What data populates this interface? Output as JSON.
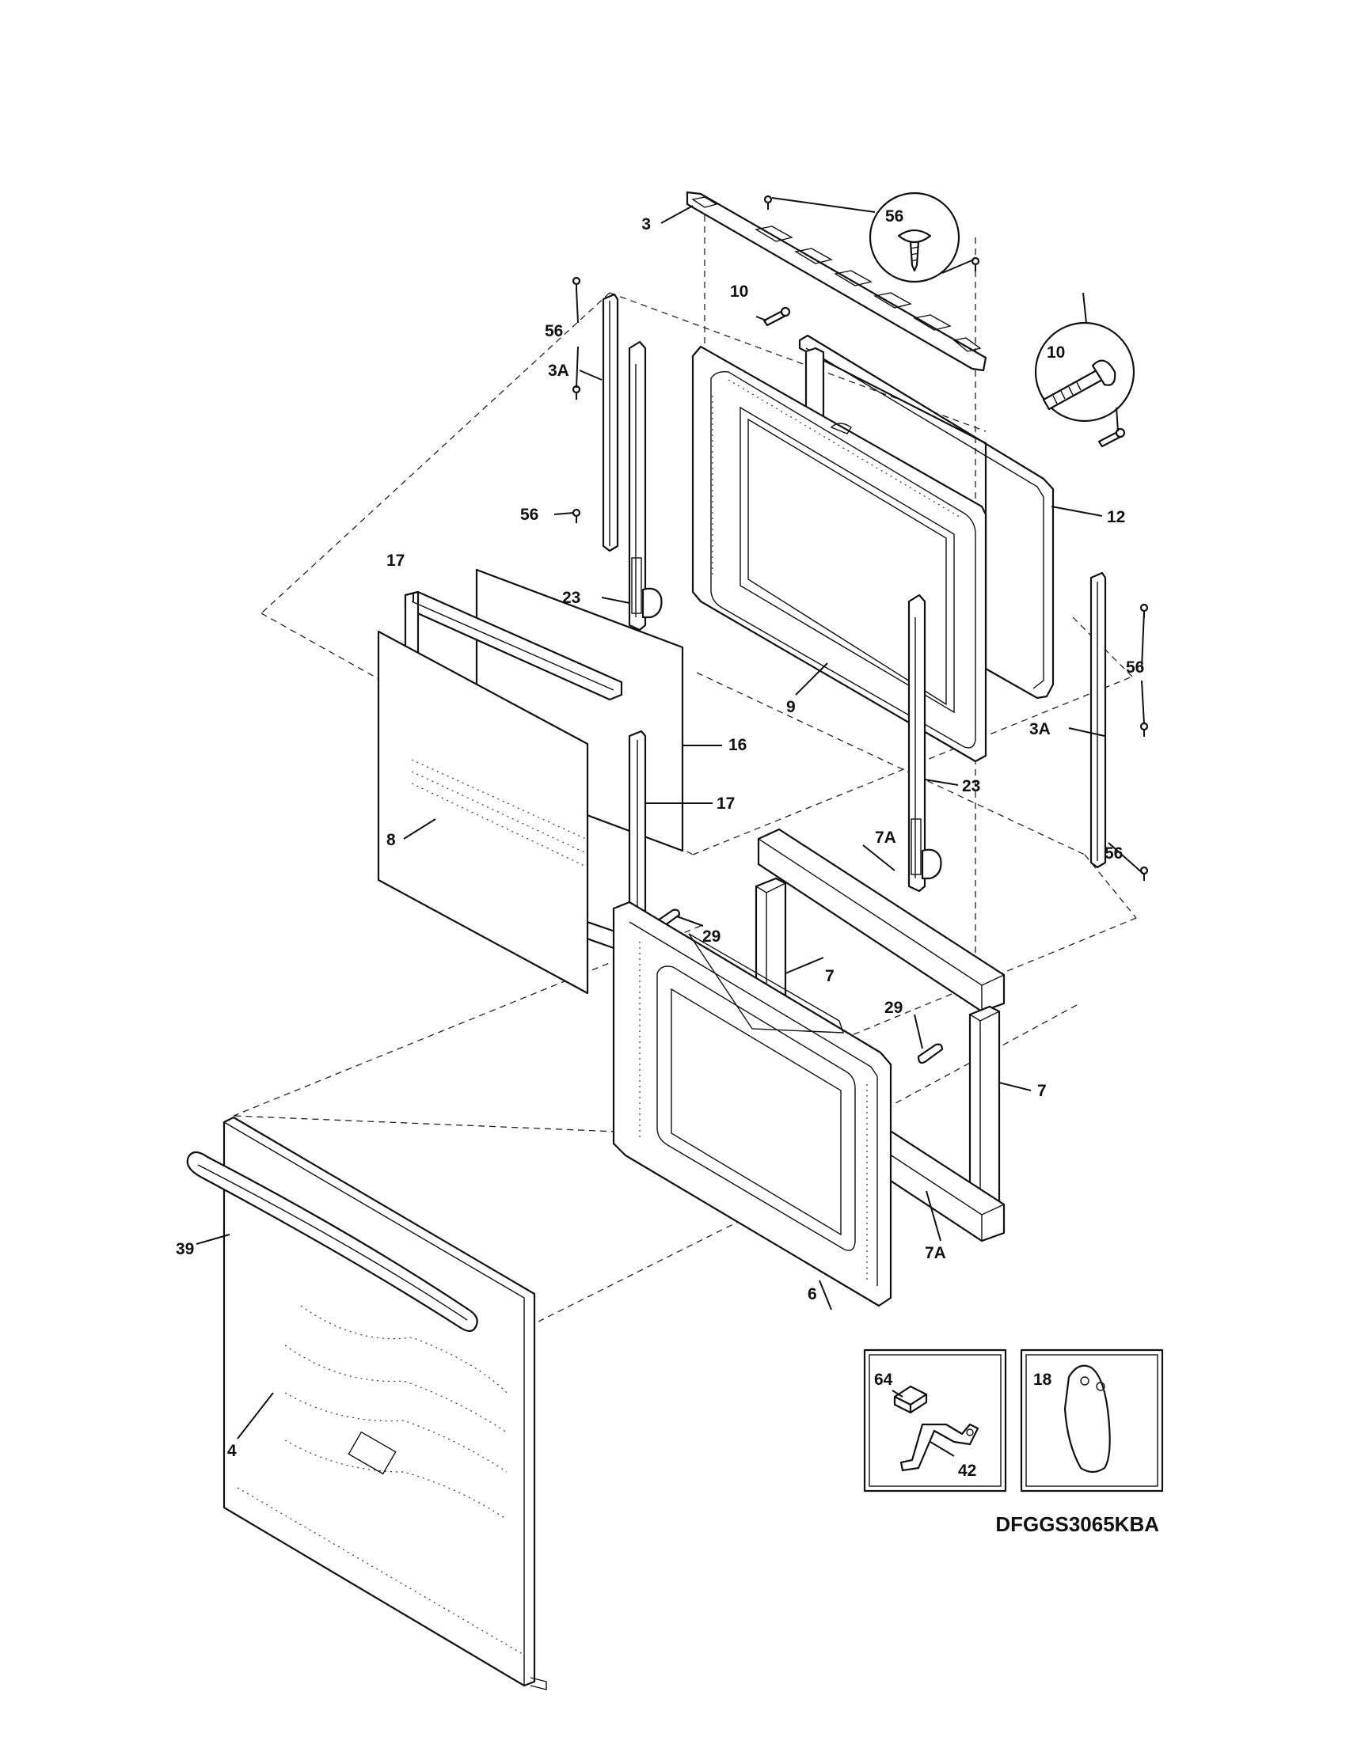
{
  "model_number": "DFGGS3065KBA",
  "callouts": {
    "p3": "3",
    "p3a_left": "3A",
    "p3a_right": "3A",
    "p4": "4",
    "p6": "6",
    "p7_left": "7",
    "p7_right": "7",
    "p7a_top": "7A",
    "p7a_bottom": "7A",
    "p8": "8",
    "p9": "9",
    "p10_small": "10",
    "p10_detail": "10",
    "p12": "12",
    "p16": "16",
    "p17_top": "17",
    "p17_bottom": "17",
    "p18": "18",
    "p23_left": "23",
    "p23_right": "23",
    "p29_left": "29",
    "p29_right": "29",
    "p39": "39",
    "p42": "42",
    "p56_detail": "56",
    "p56_left_top": "56",
    "p56_left_mid": "56",
    "p56_right_mid": "56",
    "p56_right_bottom": "56",
    "p64": "64"
  },
  "icons": [
    "screw-detail-icon",
    "bolt-detail-icon",
    "hinge-icon",
    "door-handle-icon"
  ]
}
